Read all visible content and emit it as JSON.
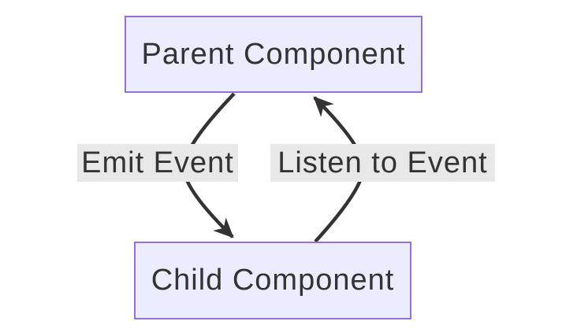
{
  "diagram": {
    "type": "flowchart",
    "orientation": "vertical-cycle",
    "colors": {
      "canvas_bg": "#ffffff",
      "node_fill": "#ECECFF",
      "node_border": "#9370DB",
      "edge_color": "#333333",
      "label_bg": "#e8e8e8",
      "text_color": "#333333"
    },
    "nodes": [
      {
        "id": "parent",
        "label": "Parent Component"
      },
      {
        "id": "child",
        "label": "Child Component"
      }
    ],
    "edges": [
      {
        "from": "parent",
        "to": "child",
        "label": "Emit Event",
        "direction": "down",
        "curve": "bulges-left",
        "arrowhead": "at-child-top"
      },
      {
        "from": "child",
        "to": "parent",
        "label": "Listen to Event",
        "direction": "up",
        "curve": "bulges-right",
        "arrowhead": "at-parent-bottom"
      }
    ]
  }
}
